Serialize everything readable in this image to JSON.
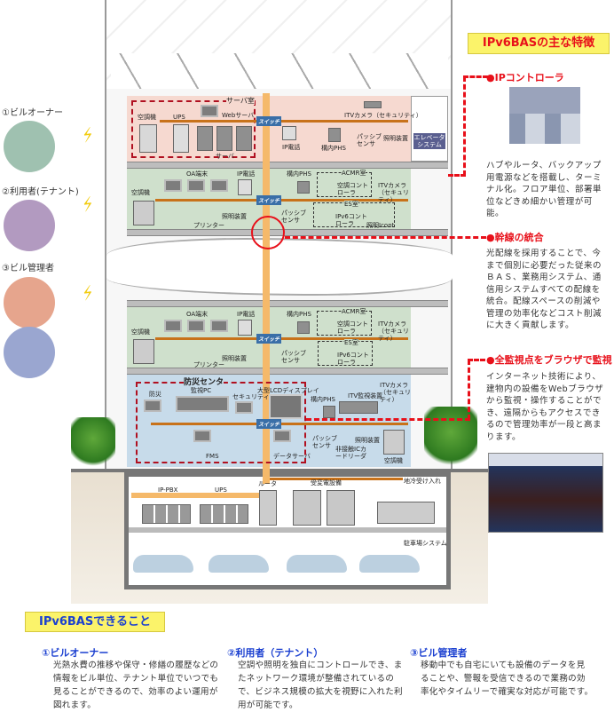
{
  "features": {
    "title": "IPv6BASの主な特徴",
    "items": [
      {
        "heading": "●IPコントローラ",
        "text": "ハブやルータ、バックアップ用電源などを搭載し、ターミナル化。フロア単位、部署単位などきめ細かい管理が可能。"
      },
      {
        "heading": "●幹線の統合",
        "text": "光配線を採用することで、今まで個別に必要だった従来のＢＡＳ、業務用システム、通信用システムすべての配線を統合。配線スペースの削減や管理の効率化などコスト削減に大きく貢献します。"
      },
      {
        "heading": "●全監視点をブラウザで監視",
        "text": "インターネット技術により、建物内の設備をWebブラウザから監視・操作することができ、遠隔からもアクセスできるので管理効率が一段と高まります。"
      }
    ]
  },
  "users": [
    "①ビルオーナー",
    "②利用者(テナント)",
    "③ビル管理者"
  ],
  "building": {
    "switch": "スイッチ",
    "floor1": {
      "server_room": "サーバ室",
      "ac": "空調機",
      "ups": "UPS",
      "web_server": "Webサーバ",
      "server": "サーバ",
      "ip_phone": "IP電話",
      "phs": "構内PHS",
      "passive_sensor": "パッシブセンサ",
      "lighting": "照明装置",
      "itv": "ITVカメラ（セキュリティ）",
      "elevator": "エレベータシステム"
    },
    "floor2": {
      "ac": "空調機",
      "oa": "OA端末",
      "ip_phone": "IP電話",
      "phs": "構内PHS",
      "acmr": "ACMR室",
      "ac_controller": "空調コントローラ",
      "itv": "ITVカメラ（セキュリティ）",
      "printer": "プリンター",
      "lighting": "照明装置",
      "passive_sensor": "パッシブセンサ",
      "es": "ES室",
      "ipv6": "IPv6コントローラ",
      "lighting_icont": "照明Icont"
    },
    "floor3": {
      "ac": "空調機",
      "oa": "OA端末",
      "ip_phone": "IP電話",
      "phs": "構内PHS",
      "acmr": "ACMR室",
      "ac_controller": "空調コントローラ",
      "itv": "ITVカメラ（セキュリティ）",
      "printer": "プリンター",
      "lighting": "照明装置",
      "passive_sensor": "パッシブセンサ",
      "es": "ES室",
      "ipv6": "IPv6コントローラ"
    },
    "floor4": {
      "center": "防災センタ",
      "bousai": "防災",
      "monitor_pc": "監視PC",
      "security": "セキュリティ",
      "lcd": "大型LCDディスプレイ",
      "phs": "構内PHS",
      "itv_monitor": "ITV監視装置",
      "itv": "ITVカメラ（セキュリティ）",
      "fms": "FMS",
      "data_server": "データサーバ",
      "passive_sensor": "パッシブセンサ",
      "card_reader": "非接触ICカードリーダ",
      "lighting": "照明装置",
      "ac": "空調機"
    },
    "basement": {
      "ippbx": "IP-PBX",
      "ups": "UPS",
      "router": "ルータ",
      "substation": "受変電設備",
      "district": "地冷受け入れ",
      "parking": "駐車場システム"
    }
  },
  "capabilities": {
    "title": "IPv6BASできること",
    "items": [
      {
        "heading": "①ビルオーナー",
        "text": "光熱水費の推移や保守・修繕の履歴などの情報をビル単位、テナント単位でいつでも見ることができるので、効率のよい運用が図れます。"
      },
      {
        "heading": "②利用者（テナント）",
        "text": "空調や照明を独自にコントロールでき、またネットワーク環境が整備されているので、ビジネス規模の拡大を視野に入れた利用が可能です。"
      },
      {
        "heading": "③ビル管理者",
        "text": "移動中でも自宅にいても設備のデータを見ることや、警報を受信できるので業務の効率化やタイムリーで確実な対応が可能です。"
      }
    ]
  }
}
